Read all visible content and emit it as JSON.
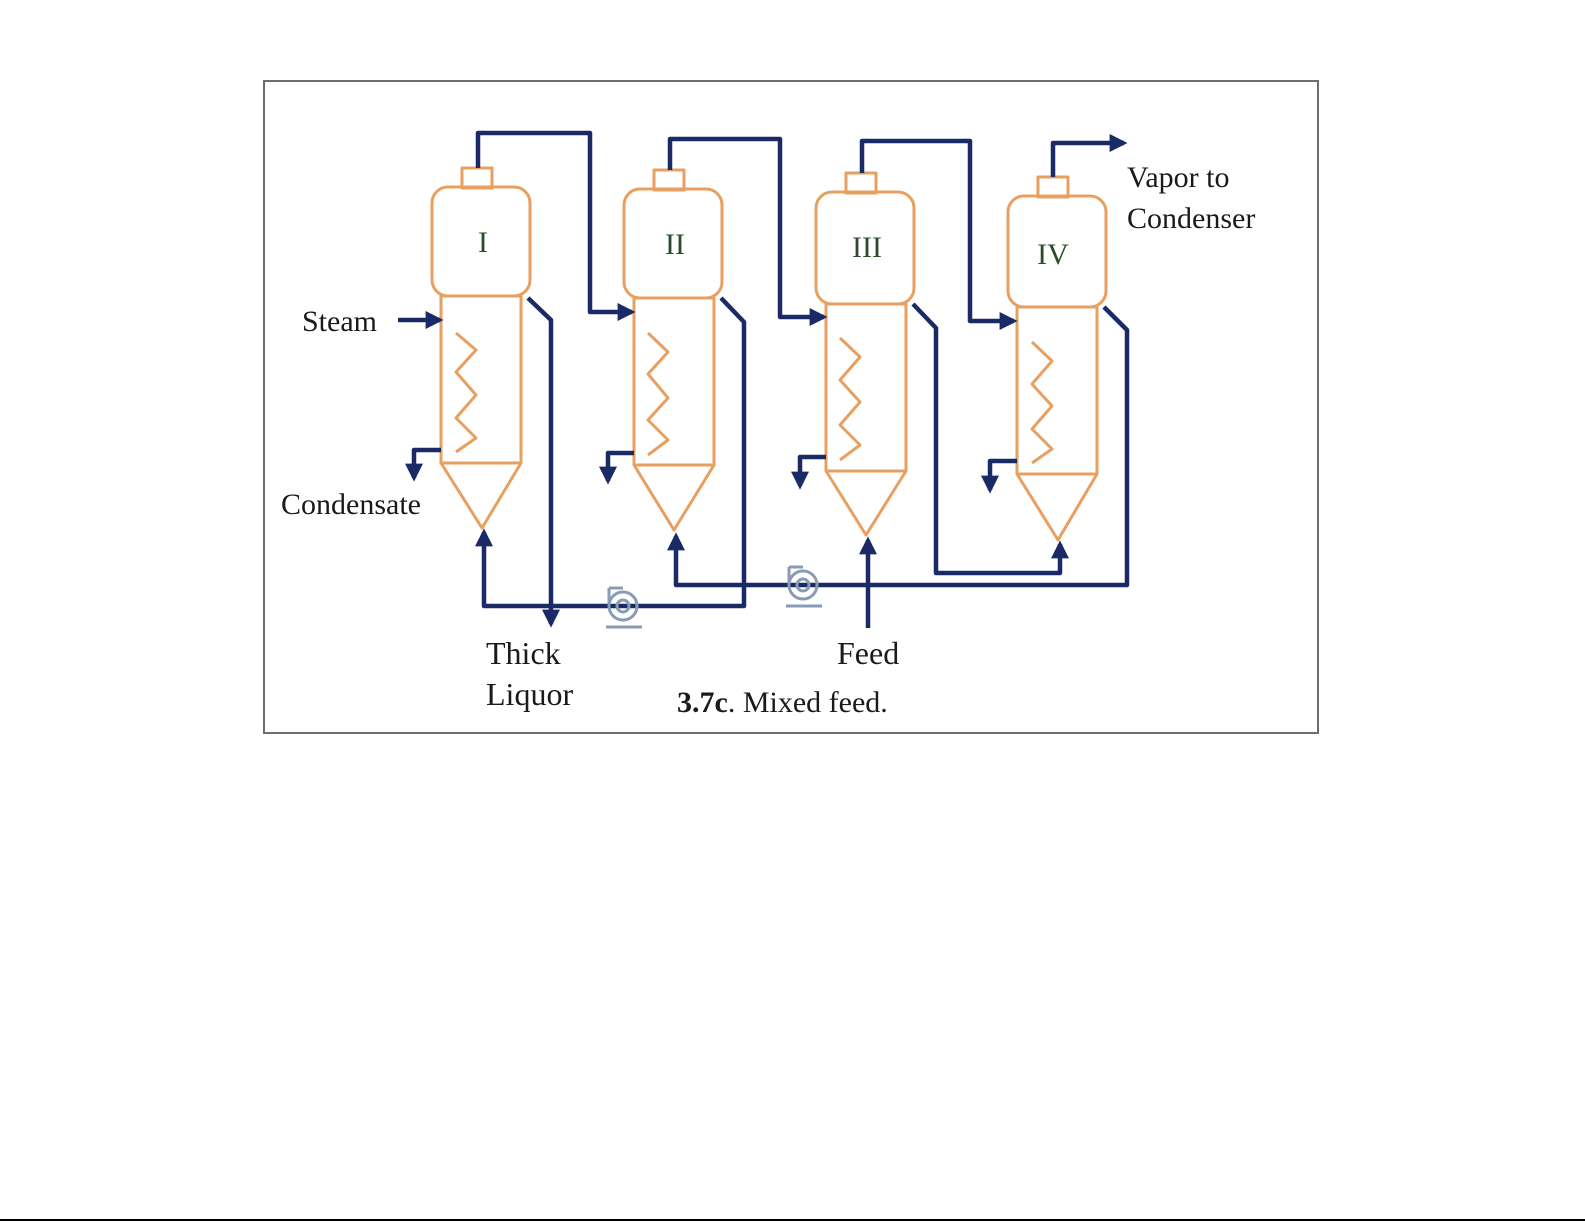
{
  "effects": [
    {
      "numeral": "I"
    },
    {
      "numeral": "II"
    },
    {
      "numeral": "III"
    },
    {
      "numeral": "IV"
    }
  ],
  "labels": {
    "steam": "Steam",
    "condensate": "Condensate",
    "thick_liquor_line1": "Thick",
    "thick_liquor_line2": "Liquor",
    "feed": "Feed",
    "vapor_line1": "Vapor to",
    "vapor_line2": "Condenser"
  },
  "caption": {
    "number": "3.7c",
    "text": ". Mixed feed."
  },
  "colors": {
    "vessel": "#e8a060",
    "pipe": "#1a2a66",
    "pump": "#8a9bb8",
    "frame": "#6e6e6e"
  }
}
